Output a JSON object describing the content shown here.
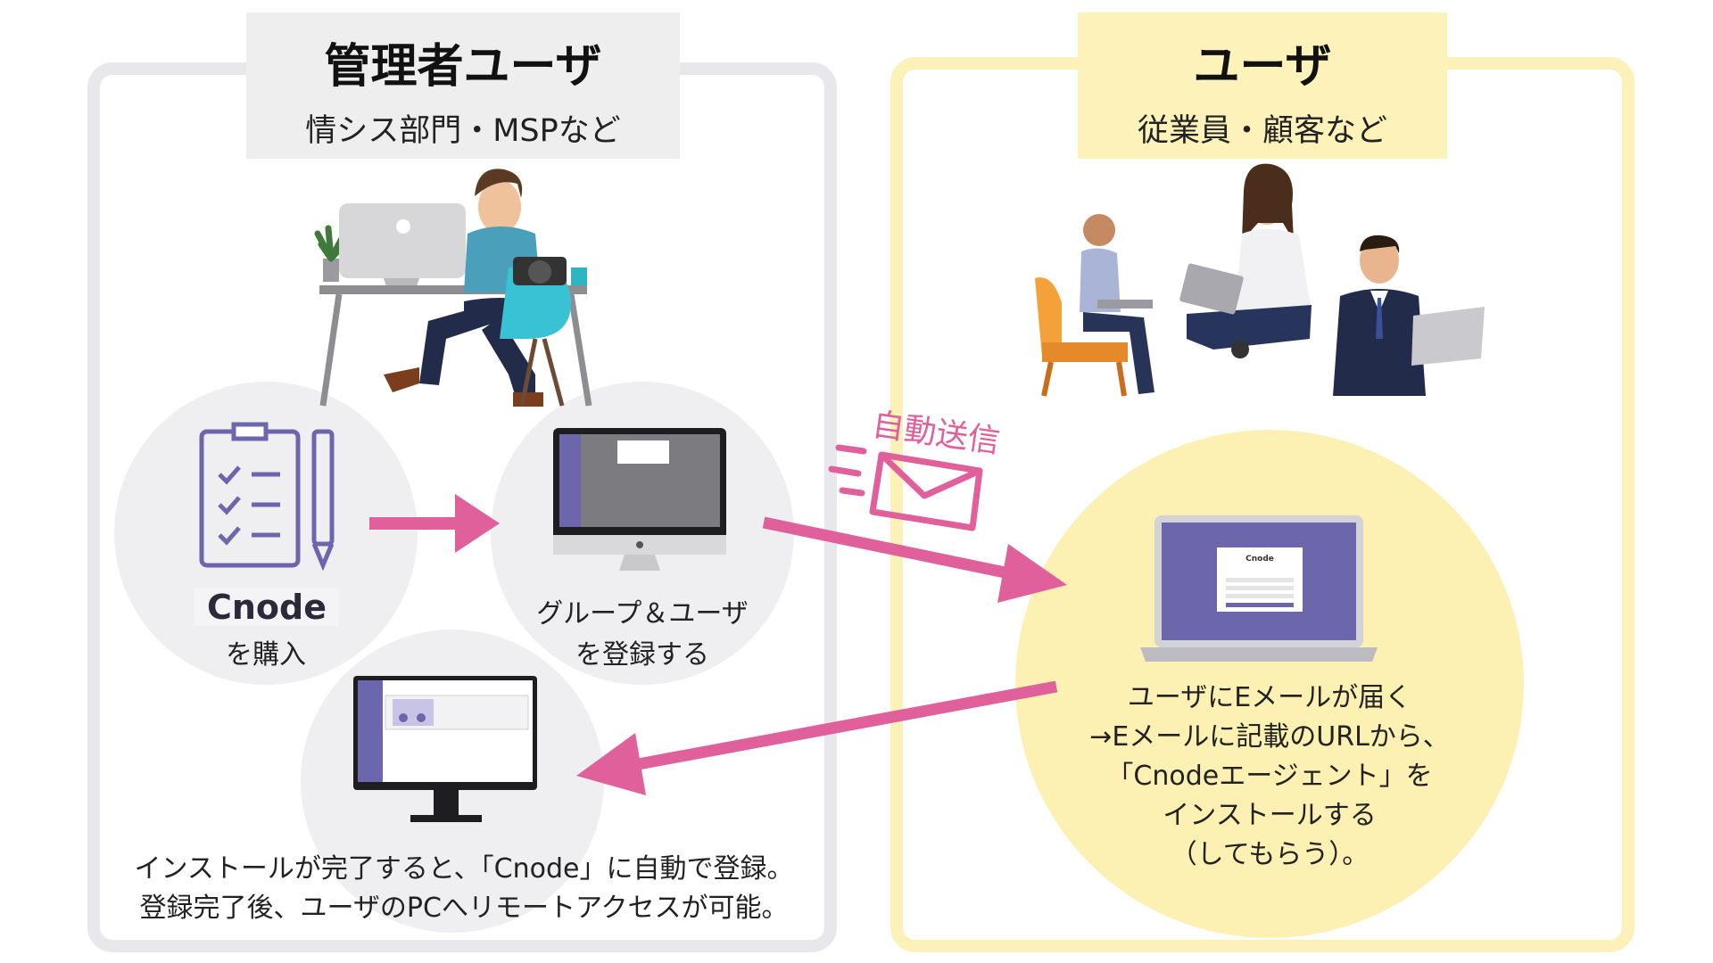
{
  "admin": {
    "title": "管理者ユーザ",
    "subtitle": "情シス部門・MSPなど",
    "step_buy_logo": "Cnode",
    "step_buy": "を購入",
    "step_register_line1": "グループ＆ユーザ",
    "step_register_line2": "を登録する",
    "complete_line1": "インストールが完了すると、「Cnode」に自動で登録。",
    "complete_line2": "登録完了後、ユーザのPCへリモートアクセスが可能。"
  },
  "user": {
    "title": "ユーザ",
    "subtitle": "従業員・顧客など",
    "desc_line1": "ユーザにEメールが届く",
    "desc_line2": "→Eメールに記載のURLから、",
    "desc_line3": "「Cnodeエージェント」を",
    "desc_line4": "インストールする",
    "desc_line5": "（してもらう）。"
  },
  "auto_send": "自動送信",
  "laptop_screen": {
    "logo": "Cnode"
  },
  "colors": {
    "arrow": "#e0609c",
    "admin_panel": "#e7e7ec",
    "user_panel": "#fbf1b9",
    "user_circle": "#fdf0b3",
    "icon_purple": "#6c67ad"
  }
}
